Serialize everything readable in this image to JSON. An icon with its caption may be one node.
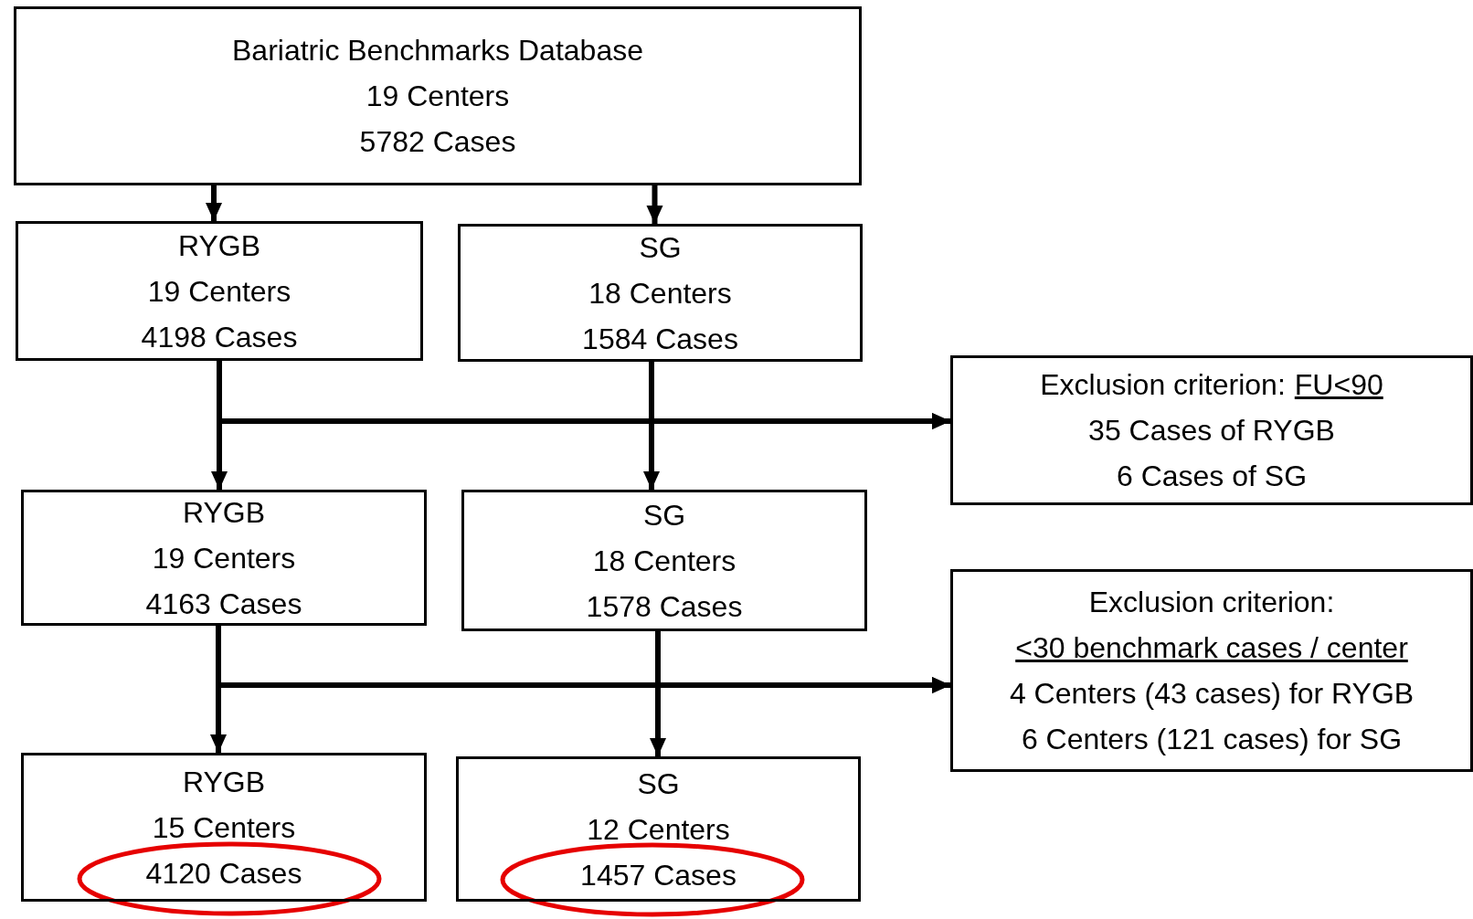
{
  "diagram": {
    "nodes": [
      {
        "text": [
          "Bariatric Benchmarks Database",
          "19 Centers",
          "5782 Cases"
        ]
      },
      {
        "text": [
          "RYGB",
          "19 Centers",
          "4198 Cases"
        ]
      },
      {
        "text": [
          "SG",
          "18 Centers",
          "1584 Cases"
        ]
      },
      {
        "text": [
          "Exclusion criterion:",
          "FU<90",
          "35 Cases of RYGB",
          "6 Cases of SG"
        ]
      },
      {
        "text": [
          "RYGB",
          "19 Centers",
          "4163 Cases"
        ]
      },
      {
        "text": [
          "SG",
          "18 Centers",
          "1578 Cases"
        ]
      },
      {
        "text": [
          "Exclusion criterion:",
          "<30 benchmark cases / center",
          "4 Centers (43 cases) for RYGB",
          "6 Centers (121 cases) for SG"
        ]
      },
      {
        "text": [
          "RYGB",
          "15 Centers",
          "4120 Cases"
        ]
      },
      {
        "text": [
          "SG",
          "12 Centers",
          "1457 Cases"
        ]
      }
    ],
    "edges": [
      {
        "from": 0,
        "to": 1,
        "arrow": "to"
      },
      {
        "from": 0,
        "to": 2,
        "arrow": "to"
      },
      {
        "from": 1,
        "to": 4,
        "arrow": "to"
      },
      {
        "from": 1,
        "to": 3,
        "arrow": "to"
      },
      {
        "from": 2,
        "to": 5,
        "arrow": "to"
      },
      {
        "from": 2,
        "to": 3,
        "arrow": "to"
      },
      {
        "from": 4,
        "to": 7,
        "arrow": "to"
      },
      {
        "from": 4,
        "to": 6,
        "arrow": "to"
      },
      {
        "from": 5,
        "to": 8,
        "arrow": "to"
      },
      {
        "from": 5,
        "to": 6,
        "arrow": "to"
      }
    ]
  }
}
